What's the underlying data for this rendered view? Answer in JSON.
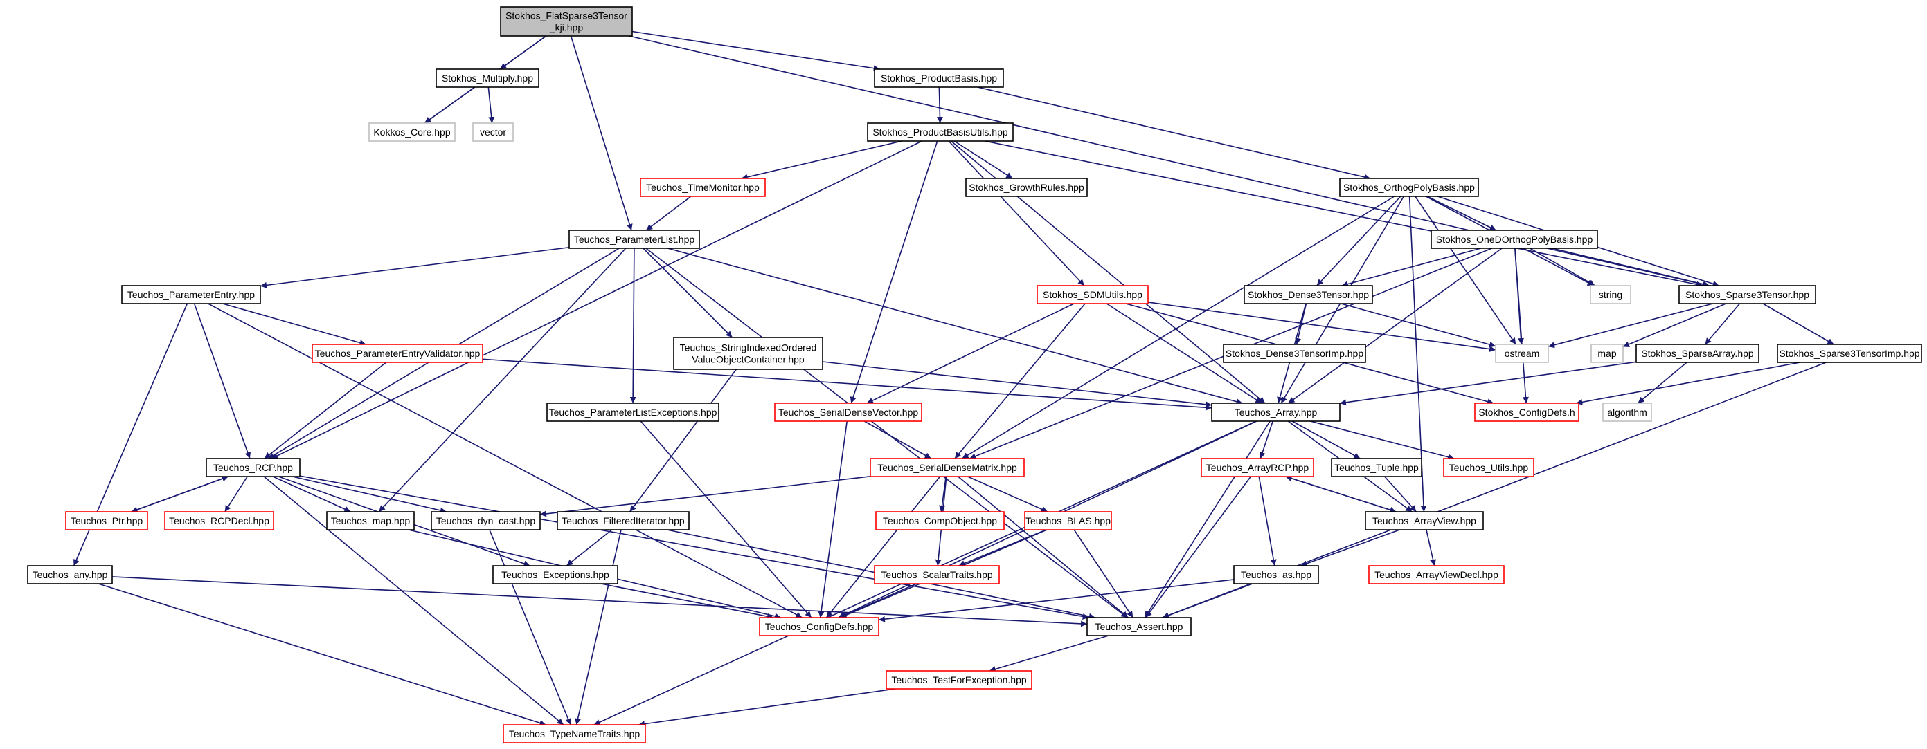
{
  "colors": {
    "edge": "#191970",
    "root_fill": "#bfbfbf",
    "border_normal": "#000000",
    "border_incomplete": "#ff0000",
    "border_external": "#bfbfbf"
  },
  "nodes": [
    {
      "id": "root",
      "label": [
        "Stokhos_FlatSparse3Tensor",
        "_kji.hpp"
      ],
      "style": "root"
    },
    {
      "id": "multiply",
      "label": [
        "Stokhos_Multiply.hpp"
      ],
      "style": "normal"
    },
    {
      "id": "productbasis",
      "label": [
        "Stokhos_ProductBasis.hpp"
      ],
      "style": "normal"
    },
    {
      "id": "kokkos",
      "label": [
        "Kokkos_Core.hpp"
      ],
      "style": "grey"
    },
    {
      "id": "vector",
      "label": [
        "vector"
      ],
      "style": "grey"
    },
    {
      "id": "pbutils",
      "label": [
        "Stokhos_ProductBasisUtils.hpp"
      ],
      "style": "normal"
    },
    {
      "id": "timemonitor",
      "label": [
        "Teuchos_TimeMonitor.hpp"
      ],
      "style": "red"
    },
    {
      "id": "growthrules",
      "label": [
        "Stokhos_GrowthRules.hpp"
      ],
      "style": "normal"
    },
    {
      "id": "orthopoly",
      "label": [
        "Stokhos_OrthogPolyBasis.hpp"
      ],
      "style": "normal"
    },
    {
      "id": "paramlist",
      "label": [
        "Teuchos_ParameterList.hpp"
      ],
      "style": "normal"
    },
    {
      "id": "onedortho",
      "label": [
        "Stokhos_OneDOrthogPolyBasis.hpp"
      ],
      "style": "normal"
    },
    {
      "id": "paramentry",
      "label": [
        "Teuchos_ParameterEntry.hpp"
      ],
      "style": "normal"
    },
    {
      "id": "sdmutils",
      "label": [
        "Stokhos_SDMUtils.hpp"
      ],
      "style": "red"
    },
    {
      "id": "dense3",
      "label": [
        "Stokhos_Dense3Tensor.hpp"
      ],
      "style": "normal"
    },
    {
      "id": "string",
      "label": [
        "string"
      ],
      "style": "grey"
    },
    {
      "id": "sparse3",
      "label": [
        "Stokhos_Sparse3Tensor.hpp"
      ],
      "style": "normal"
    },
    {
      "id": "pev",
      "label": [
        "Teuchos_ParameterEntryValidator.hpp"
      ],
      "style": "red"
    },
    {
      "id": "sioc",
      "label": [
        "Teuchos_StringIndexedOrdered",
        "ValueObjectContainer.hpp"
      ],
      "style": "normal"
    },
    {
      "id": "dense3imp",
      "label": [
        "Stokhos_Dense3TensorImp.hpp"
      ],
      "style": "normal"
    },
    {
      "id": "ostream",
      "label": [
        "ostream"
      ],
      "style": "grey"
    },
    {
      "id": "map",
      "label": [
        "map"
      ],
      "style": "grey"
    },
    {
      "id": "sparsearray",
      "label": [
        "Stokhos_SparseArray.hpp"
      ],
      "style": "normal"
    },
    {
      "id": "sparse3imp",
      "label": [
        "Stokhos_Sparse3TensorImp.hpp"
      ],
      "style": "normal"
    },
    {
      "id": "ple",
      "label": [
        "Teuchos_ParameterListExceptions.hpp"
      ],
      "style": "normal"
    },
    {
      "id": "sdv",
      "label": [
        "Teuchos_SerialDenseVector.hpp"
      ],
      "style": "red"
    },
    {
      "id": "array",
      "label": [
        "Teuchos_Array.hpp"
      ],
      "style": "normal"
    },
    {
      "id": "stokhosconfig",
      "label": [
        "Stokhos_ConfigDefs.h"
      ],
      "style": "red"
    },
    {
      "id": "algorithm",
      "label": [
        "algorithm"
      ],
      "style": "grey"
    },
    {
      "id": "rcp",
      "label": [
        "Teuchos_RCP.hpp"
      ],
      "style": "normal"
    },
    {
      "id": "sdm",
      "label": [
        "Teuchos_SerialDenseMatrix.hpp"
      ],
      "style": "red"
    },
    {
      "id": "arrayrcp",
      "label": [
        "Teuchos_ArrayRCP.hpp"
      ],
      "style": "red"
    },
    {
      "id": "tuple",
      "label": [
        "Teuchos_Tuple.hpp"
      ],
      "style": "normal"
    },
    {
      "id": "utils",
      "label": [
        "Teuchos_Utils.hpp"
      ],
      "style": "red"
    },
    {
      "id": "ptr",
      "label": [
        "Teuchos_Ptr.hpp"
      ],
      "style": "red"
    },
    {
      "id": "rcpdecl",
      "label": [
        "Teuchos_RCPDecl.hpp"
      ],
      "style": "red"
    },
    {
      "id": "tmap",
      "label": [
        "Teuchos_map.hpp"
      ],
      "style": "normal"
    },
    {
      "id": "dyncast",
      "label": [
        "Teuchos_dyn_cast.hpp"
      ],
      "style": "normal"
    },
    {
      "id": "filtered",
      "label": [
        "Teuchos_FilteredIterator.hpp"
      ],
      "style": "normal"
    },
    {
      "id": "compobject",
      "label": [
        "Teuchos_CompObject.hpp"
      ],
      "style": "red"
    },
    {
      "id": "blas",
      "label": [
        "Teuchos_BLAS.hpp"
      ],
      "style": "red"
    },
    {
      "id": "arrayview",
      "label": [
        "Teuchos_ArrayView.hpp"
      ],
      "style": "normal"
    },
    {
      "id": "any",
      "label": [
        "Teuchos_any.hpp"
      ],
      "style": "normal"
    },
    {
      "id": "exceptions",
      "label": [
        "Teuchos_Exceptions.hpp"
      ],
      "style": "normal"
    },
    {
      "id": "scalartraits",
      "label": [
        "Teuchos_ScalarTraits.hpp"
      ],
      "style": "red"
    },
    {
      "id": "as",
      "label": [
        "Teuchos_as.hpp"
      ],
      "style": "normal"
    },
    {
      "id": "arrayviewdecl",
      "label": [
        "Teuchos_ArrayViewDecl.hpp"
      ],
      "style": "red"
    },
    {
      "id": "configdefs",
      "label": [
        "Teuchos_ConfigDefs.hpp"
      ],
      "style": "red"
    },
    {
      "id": "assert",
      "label": [
        "Teuchos_Assert.hpp"
      ],
      "style": "normal"
    },
    {
      "id": "testforexc",
      "label": [
        "Teuchos_TestForException.hpp"
      ],
      "style": "red"
    },
    {
      "id": "typename",
      "label": [
        "Teuchos_TypeNameTraits.hpp"
      ],
      "style": "red"
    }
  ],
  "edges": [
    [
      "root",
      "multiply"
    ],
    [
      "root",
      "productbasis"
    ],
    [
      "root",
      "kokkos"
    ],
    [
      "root",
      "paramlist"
    ],
    [
      "root",
      "sparse3"
    ],
    [
      "multiply",
      "kokkos"
    ],
    [
      "multiply",
      "vector"
    ],
    [
      "productbasis",
      "pbutils"
    ],
    [
      "productbasis",
      "orthopoly"
    ],
    [
      "pbutils",
      "timemonitor"
    ],
    [
      "pbutils",
      "growthrules"
    ],
    [
      "pbutils",
      "rcp"
    ],
    [
      "pbutils",
      "sdmutils"
    ],
    [
      "pbutils",
      "sdv"
    ],
    [
      "pbutils",
      "array"
    ],
    [
      "pbutils",
      "sparse3"
    ],
    [
      "timemonitor",
      "paramlist"
    ],
    [
      "paramlist",
      "paramentry"
    ],
    [
      "paramlist",
      "rcp"
    ],
    [
      "paramlist",
      "sioc"
    ],
    [
      "paramlist",
      "ple"
    ],
    [
      "paramlist",
      "array"
    ],
    [
      "paramlist",
      "tmap"
    ],
    [
      "paramlist",
      "assert"
    ],
    [
      "paramentry",
      "pev"
    ],
    [
      "paramentry",
      "rcp"
    ],
    [
      "paramentry",
      "any"
    ],
    [
      "paramentry",
      "configdefs"
    ],
    [
      "pev",
      "rcp"
    ],
    [
      "pev",
      "array"
    ],
    [
      "sioc",
      "array"
    ],
    [
      "sioc",
      "filtered"
    ],
    [
      "ple",
      "configdefs"
    ],
    [
      "orthopoly",
      "onedortho"
    ],
    [
      "orthopoly",
      "dense3"
    ],
    [
      "orthopoly",
      "sparse3"
    ],
    [
      "orthopoly",
      "string"
    ],
    [
      "orthopoly",
      "ostream"
    ],
    [
      "orthopoly",
      "array"
    ],
    [
      "orthopoly",
      "sdm"
    ],
    [
      "orthopoly",
      "arrayview"
    ],
    [
      "onedortho",
      "dense3"
    ],
    [
      "onedortho",
      "sparse3"
    ],
    [
      "onedortho",
      "string"
    ],
    [
      "onedortho",
      "ostream"
    ],
    [
      "onedortho",
      "array"
    ],
    [
      "onedortho",
      "stokhosconfig"
    ],
    [
      "onedortho",
      "sdm"
    ],
    [
      "sdmutils",
      "sdv"
    ],
    [
      "sdmutils",
      "sdm"
    ],
    [
      "sdmutils",
      "array"
    ],
    [
      "sdmutils",
      "ostream"
    ],
    [
      "sdmutils",
      "stokhosconfig"
    ],
    [
      "dense3",
      "dense3imp"
    ],
    [
      "dense3",
      "array"
    ],
    [
      "dense3",
      "ostream"
    ],
    [
      "sparse3",
      "sparsearray"
    ],
    [
      "sparse3",
      "sparse3imp"
    ],
    [
      "sparse3",
      "map"
    ],
    [
      "sparse3",
      "ostream"
    ],
    [
      "sparsearray",
      "array"
    ],
    [
      "sparsearray",
      "algorithm"
    ],
    [
      "sparse3imp",
      "stokhosconfig"
    ],
    [
      "sparse3imp",
      "assert"
    ],
    [
      "sdv",
      "sdm"
    ],
    [
      "sdv",
      "configdefs"
    ],
    [
      "sdm",
      "compobject"
    ],
    [
      "sdm",
      "blas"
    ],
    [
      "sdm",
      "scalartraits"
    ],
    [
      "sdm",
      "dyncast"
    ],
    [
      "sdm",
      "configdefs"
    ],
    [
      "sdm",
      "assert"
    ],
    [
      "blas",
      "scalartraits"
    ],
    [
      "blas",
      "configdefs"
    ],
    [
      "blas",
      "assert"
    ],
    [
      "scalartraits",
      "configdefs"
    ],
    [
      "array",
      "arrayrcp"
    ],
    [
      "array",
      "tuple"
    ],
    [
      "array",
      "utils"
    ],
    [
      "array",
      "configdefs"
    ],
    [
      "array",
      "assert"
    ],
    [
      "array",
      "typename"
    ],
    [
      "array",
      "arrayview"
    ],
    [
      "arrayrcp",
      "arrayview"
    ],
    [
      "arrayrcp",
      "as"
    ],
    [
      "arrayrcp",
      "assert"
    ],
    [
      "arrayview",
      "arrayrcp"
    ],
    [
      "arrayview",
      "arrayviewdecl"
    ],
    [
      "arrayview",
      "as"
    ],
    [
      "tuple",
      "arrayview"
    ],
    [
      "as",
      "configdefs"
    ],
    [
      "as",
      "assert"
    ],
    [
      "rcp",
      "ptr"
    ],
    [
      "rcp",
      "rcpdecl"
    ],
    [
      "rcp",
      "tmap"
    ],
    [
      "rcp",
      "dyncast"
    ],
    [
      "rcp",
      "exceptions"
    ],
    [
      "rcp",
      "assert"
    ],
    [
      "rcp",
      "typename"
    ],
    [
      "ptr",
      "rcp"
    ],
    [
      "tmap",
      "configdefs"
    ],
    [
      "dyncast",
      "typename"
    ],
    [
      "filtered",
      "exceptions"
    ],
    [
      "filtered",
      "assert"
    ],
    [
      "filtered",
      "typename"
    ],
    [
      "exceptions",
      "configdefs"
    ],
    [
      "any",
      "assert"
    ],
    [
      "any",
      "typename"
    ],
    [
      "assert",
      "testforexc"
    ],
    [
      "testforexc",
      "typename"
    ]
  ]
}
